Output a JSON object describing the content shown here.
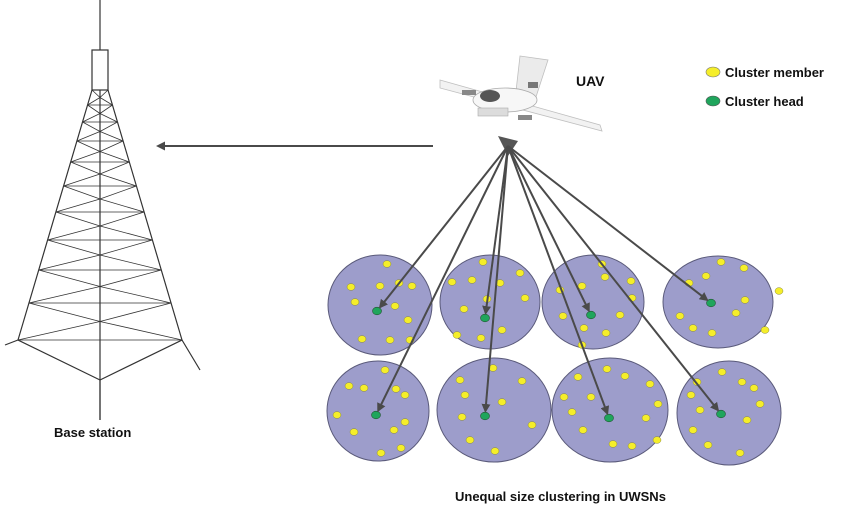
{
  "labels": {
    "uav": "UAV",
    "base_station": "Base station",
    "caption": "Unequal size clustering in UWSNs"
  },
  "legend": {
    "member": "Cluster member",
    "head": "Cluster head"
  },
  "colors": {
    "cluster_fill": "#9d9dcb",
    "cluster_stroke": "#5a5a7a",
    "member": "#f5ee2a",
    "head": "#1fa55c",
    "arrow": "#4a4a4a",
    "tower": "#333333"
  },
  "clusters": [
    {
      "id": "top-1",
      "members": 11
    },
    {
      "id": "top-2",
      "members": 11
    },
    {
      "id": "top-3",
      "members": 11
    },
    {
      "id": "top-4",
      "members": 11
    },
    {
      "id": "bottom-1",
      "members": 11
    },
    {
      "id": "bottom-2",
      "members": 9
    },
    {
      "id": "bottom-3",
      "members": 13
    },
    {
      "id": "bottom-4",
      "members": 11
    }
  ]
}
